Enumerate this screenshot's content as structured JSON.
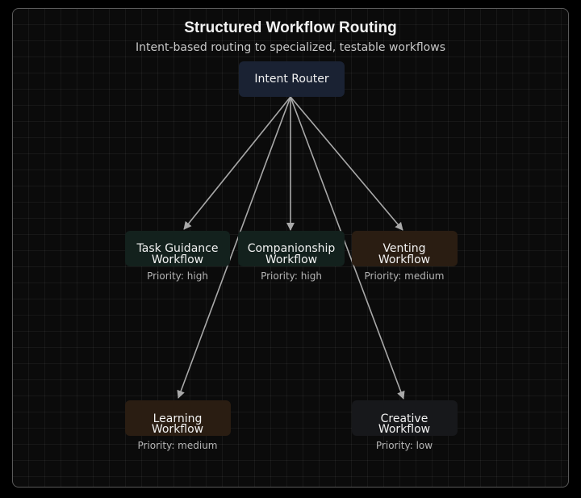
{
  "header": {
    "title": "Structured Workflow Routing",
    "subtitle": "Intent-based routing to specialized, testable workflows"
  },
  "router": {
    "label": "Intent Router",
    "color": "#1a2233"
  },
  "workflows": [
    {
      "id": "task-guidance",
      "line1": "Task Guidance",
      "line2": "Workflow",
      "priority": "Priority: high",
      "color": "#13211d"
    },
    {
      "id": "companionship",
      "line1": "Companionship",
      "line2": "Workflow",
      "priority": "Priority: high",
      "color": "#13211d"
    },
    {
      "id": "venting",
      "line1": "Venting",
      "line2": "Workflow",
      "priority": "Priority: medium",
      "color": "#2a1d12"
    },
    {
      "id": "learning",
      "line1": "Learning",
      "line2": "Workflow",
      "priority": "Priority: medium",
      "color": "#2a1d12"
    },
    {
      "id": "creative",
      "line1": "Creative",
      "line2": "Workflow",
      "priority": "Priority: low",
      "color": "#17181b"
    }
  ],
  "colors": {
    "edge": "#a9a9a9",
    "text": "#f2f2f2",
    "subtext": "#b4b4b4"
  }
}
